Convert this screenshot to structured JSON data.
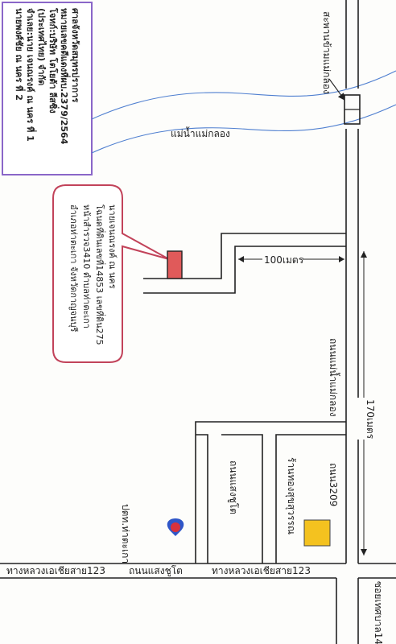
{
  "court_box": {
    "lines": [
      "ศาลจังหวัดสมุทรปราการ",
      "หมายเลขคดีแดงที่ผบ.2379/2564",
      "โจทก์:บริษัท โตโยต้า ลีสซิ่ง",
      "(ประเทศไทย) จำกัด",
      "จำเลย:นาย เจนณรงค์ ณ นคร ที่ 1",
      "นายพงศ์ชัย ณ นคร ที่ 2"
    ],
    "border_color": "#8a66c8"
  },
  "callout": {
    "lines": [
      "นายเจนณรงค์ ณ นคร",
      "โฉนดที่ดินเลขที่14853 เลขที่ดิน275",
      "หน้าสำรวจ3410 ตำบลท่าตะเกา",
      "อำเภอท่าตะเกา จังหวัดกาญจนบุรี"
    ],
    "border_color": "#c2435a",
    "parcel_color": "#e05a5a"
  },
  "labels": {
    "bridge": "สะพานข้ามแม่กลอง",
    "river": "แม่น้ำแม่กลอง",
    "distance_100": "100เมตร",
    "distance_170": "170เมตร",
    "road_main": "ถนนแม่น้ำแม่กลอง",
    "road_3209": "ถนน3209",
    "gold_shop": "ร้านทองสุขสุวรรณ",
    "ptt": "ปตท.ท่าตะเกา",
    "road_sangchuto": "ถนนแสงชูโต",
    "highway_left": "ทางหลวงเอเชียสาย123",
    "highway_right": "ทางหลวงเอเชียสาย123",
    "soi": "ซอยเทศบาล14"
  },
  "colors": {
    "river": "#4f7fd0",
    "gold_shop": "#f4c21f",
    "ptt_red": "#d8323c",
    "ptt_blue": "#2f56c8"
  }
}
